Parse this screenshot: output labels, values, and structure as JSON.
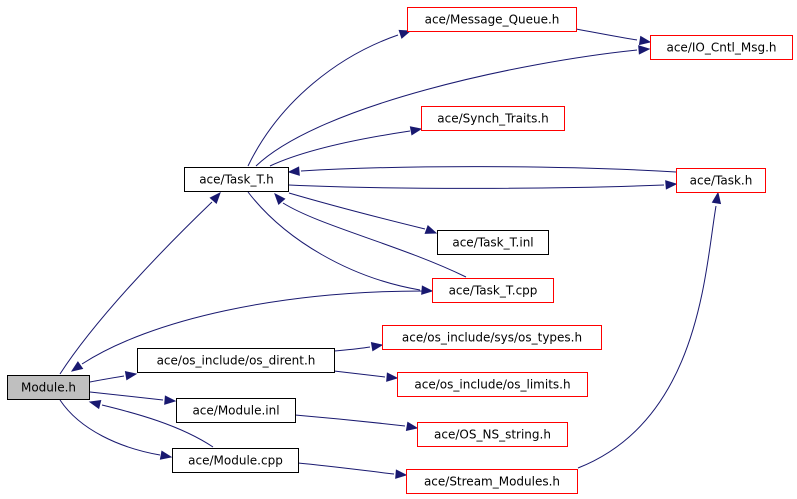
{
  "colors": {
    "edge": "#191970",
    "border_documented": "#000000",
    "border_undocumented": "#ff0000",
    "root_fill": "#bfbfbf",
    "node_fill": "#ffffff"
  },
  "nodes": [
    {
      "id": "module_h",
      "label": "Module.h",
      "style": "root"
    },
    {
      "id": "task_t_h",
      "label": "ace/Task_T.h",
      "style": "documented"
    },
    {
      "id": "message_queue",
      "label": "ace/Message_Queue.h",
      "style": "undocumented"
    },
    {
      "id": "io_cntl_msg",
      "label": "ace/IO_Cntl_Msg.h",
      "style": "undocumented"
    },
    {
      "id": "synch_traits",
      "label": "ace/Synch_Traits.h",
      "style": "undocumented"
    },
    {
      "id": "task_h",
      "label": "ace/Task.h",
      "style": "undocumented"
    },
    {
      "id": "task_t_inl",
      "label": "ace/Task_T.inl",
      "style": "documented"
    },
    {
      "id": "task_t_cpp",
      "label": "ace/Task_T.cpp",
      "style": "undocumented"
    },
    {
      "id": "os_dirent",
      "label": "ace/os_include/os_dirent.h",
      "style": "documented"
    },
    {
      "id": "os_types",
      "label": "ace/os_include/sys/os_types.h",
      "style": "undocumented"
    },
    {
      "id": "os_limits",
      "label": "ace/os_include/os_limits.h",
      "style": "undocumented"
    },
    {
      "id": "module_inl",
      "label": "ace/Module.inl",
      "style": "documented"
    },
    {
      "id": "os_ns_string",
      "label": "ace/OS_NS_string.h",
      "style": "undocumented"
    },
    {
      "id": "module_cpp",
      "label": "ace/Module.cpp",
      "style": "documented"
    },
    {
      "id": "stream_modules",
      "label": "ace/Stream_Modules.h",
      "style": "undocumented"
    }
  ],
  "edges": [
    {
      "from": "module_h",
      "to": "task_t_h"
    },
    {
      "from": "module_h",
      "to": "os_dirent"
    },
    {
      "from": "module_h",
      "to": "module_inl"
    },
    {
      "from": "module_h",
      "to": "module_cpp"
    },
    {
      "from": "task_t_h",
      "to": "message_queue"
    },
    {
      "from": "task_t_h",
      "to": "io_cntl_msg"
    },
    {
      "from": "task_t_h",
      "to": "synch_traits"
    },
    {
      "from": "task_t_h",
      "to": "task_h"
    },
    {
      "from": "task_t_h",
      "to": "task_t_inl"
    },
    {
      "from": "task_t_h",
      "to": "task_t_cpp"
    },
    {
      "from": "message_queue",
      "to": "io_cntl_msg"
    },
    {
      "from": "task_h",
      "to": "task_t_h"
    },
    {
      "from": "task_t_cpp",
      "to": "task_t_h"
    },
    {
      "from": "task_t_cpp",
      "to": "module_h"
    },
    {
      "from": "os_dirent",
      "to": "os_types"
    },
    {
      "from": "os_dirent",
      "to": "os_limits"
    },
    {
      "from": "module_inl",
      "to": "os_ns_string"
    },
    {
      "from": "module_cpp",
      "to": "module_h"
    },
    {
      "from": "module_cpp",
      "to": "stream_modules"
    },
    {
      "from": "stream_modules",
      "to": "task_h"
    }
  ]
}
